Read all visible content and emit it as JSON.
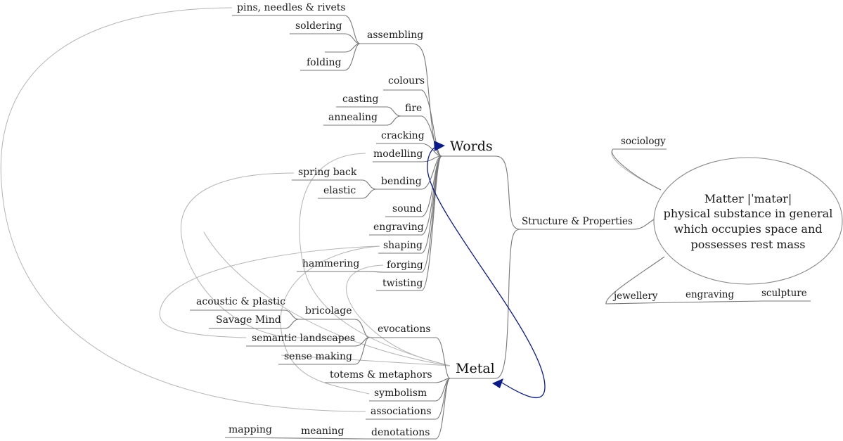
{
  "central": {
    "lines": [
      "Matter |ˈmatər|",
      "physical substance in general",
      "which occupies space and",
      "possesses rest mass"
    ]
  },
  "central_branches": {
    "structure": "Structure & Properties",
    "sociology": "sociology",
    "jewellery": "jewellery",
    "engraving": "engraving",
    "sculpture": "sculpture"
  },
  "words": {
    "title": "Words",
    "children": {
      "assembling": "assembling",
      "pins": "pins, needles & rivets",
      "soldering": "soldering",
      "folding": "folding",
      "colours": "colours",
      "fire": "fire",
      "casting": "casting",
      "annealing": "annealing",
      "cracking": "cracking",
      "modelling": "modelling",
      "bending": "bending",
      "spring_back": "spring back",
      "elastic": "elastic",
      "sound": "sound",
      "engraving": "engraving",
      "shaping": "shaping",
      "forging": "forging",
      "hammering": "hammering",
      "twisting": "twisting"
    }
  },
  "metal": {
    "title": "Metal",
    "children": {
      "evocations": "evocations",
      "bricolage": "bricolage",
      "acoustic": "acoustic & plastic",
      "savage": "Savage Mind",
      "semantic": "semantic landscapes",
      "sense": "sense making",
      "totems": "totems & metaphors",
      "symbolism": "symbolism",
      "associations": "associations",
      "denotations": "denotations",
      "meaning": "meaning",
      "mapping": "mapping"
    }
  },
  "colors": {
    "relationship_arrow": "#0a1a8c",
    "branch_line": "#777777",
    "cross_link": "#b4b4b4"
  }
}
